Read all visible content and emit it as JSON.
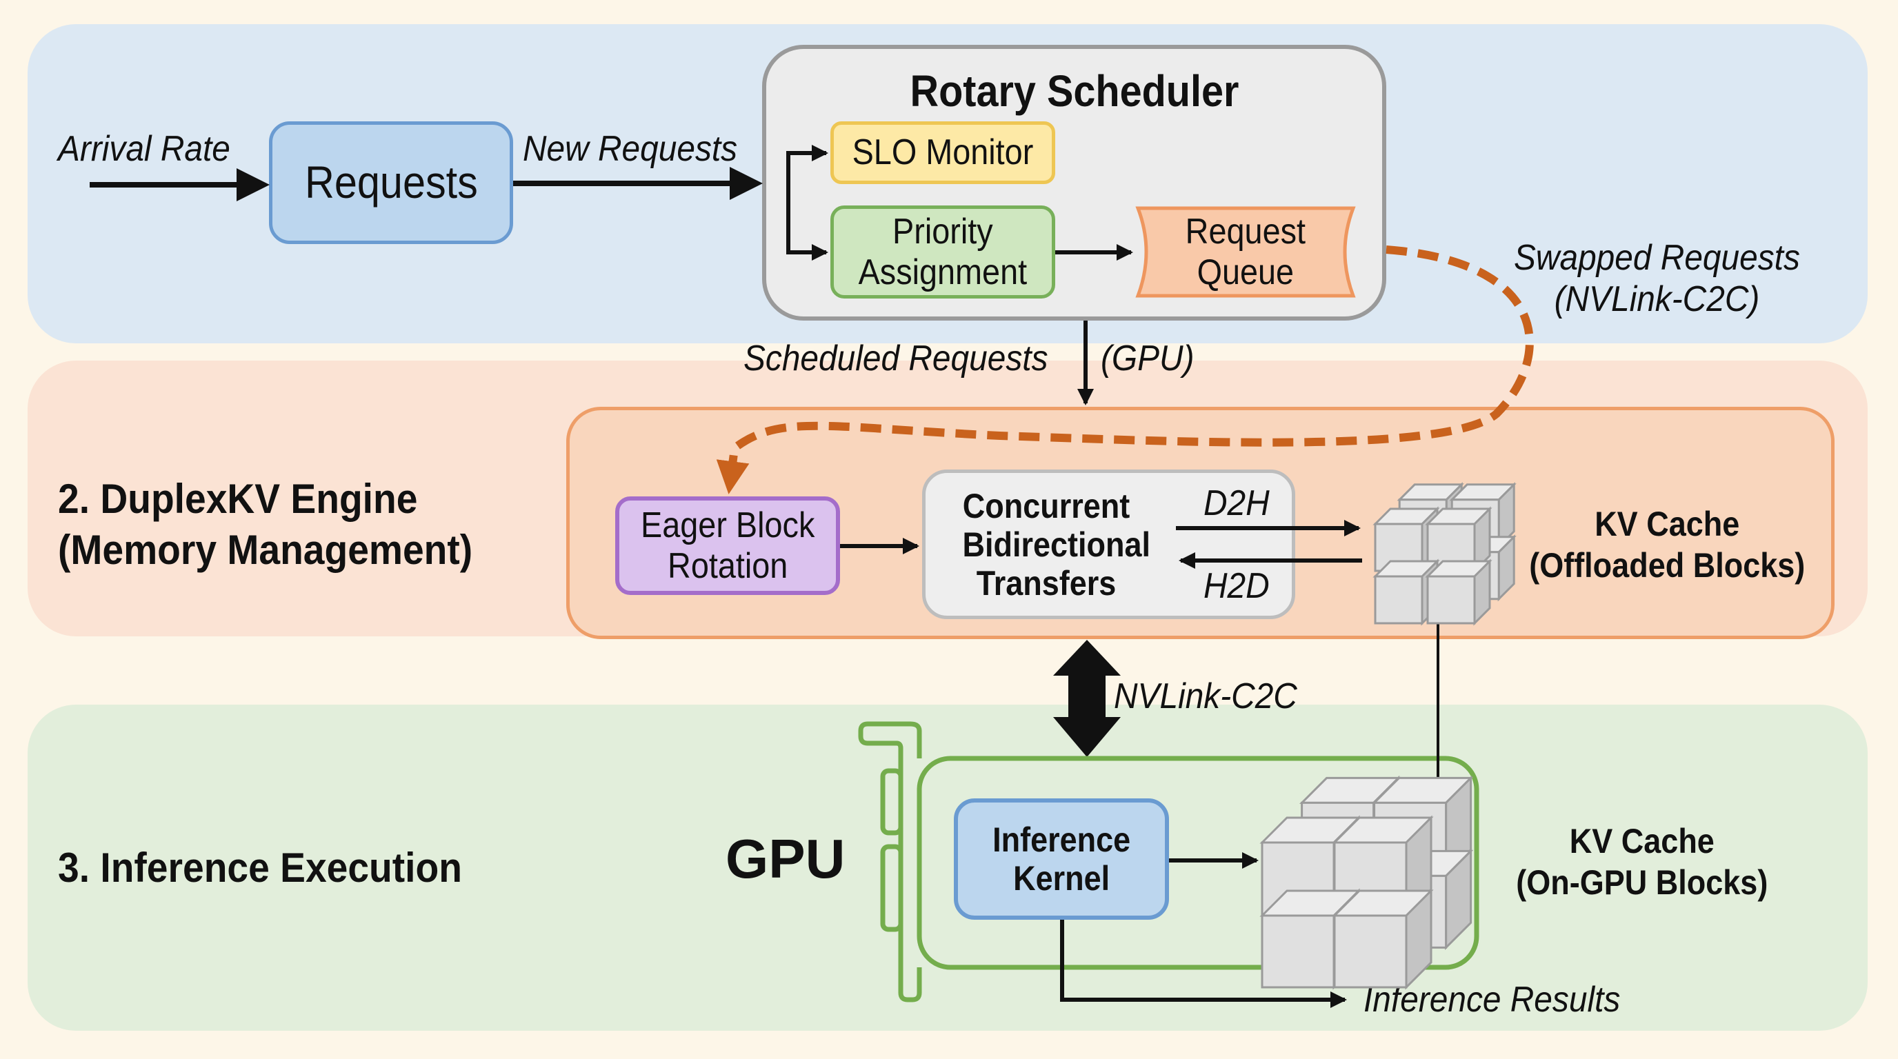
{
  "diagram": {
    "sections": [
      {
        "id": "scheduling",
        "label": ""
      },
      {
        "id": "memory",
        "label": "2. DuplexKV Engine\n(Memory Management)"
      },
      {
        "id": "execution",
        "label": "3. Inference Execution"
      }
    ],
    "scheduler": {
      "arrival_rate_label": "Arrival Rate",
      "requests_box": "Requests",
      "new_requests_label": "New Requests",
      "title": "Rotary Scheduler",
      "slo_monitor": "SLO Monitor",
      "priority_assignment": "Priority\nAssignment",
      "request_queue": "Request\nQueue",
      "swapped_requests_label": "Swapped Requests\n(NVLink-C2C)",
      "scheduled_requests_label": "Scheduled Requests",
      "gpu_path_label": "(GPU)"
    },
    "memory": {
      "eager_block_rotation": "Eager Block\nRotation",
      "concurrent_transfers": "Concurrent\nBidirectional\nTransfers",
      "d2h_label": "D2H",
      "h2d_label": "H2D",
      "kv_cache_offloaded": "KV Cache\n(Offloaded Blocks)",
      "nvlink_label": "NVLink-C2C"
    },
    "execution": {
      "gpu_label": "GPU",
      "inference_kernel": "Inference\nKernel",
      "kv_cache_gpu": "KV Cache\n(On-GPU Blocks)",
      "inference_results_label": "Inference Results"
    },
    "colors": {
      "background": "#fdf6e8",
      "scheduling_band": "#dce8f3",
      "memory_band": "#fbe3d4",
      "execution_band": "#e2eedb",
      "requests_fill": "#bcd6ee",
      "requests_border": "#6a9bd1",
      "scheduler_fill": "#ececec",
      "scheduler_border": "#9a9a9a",
      "slo_fill": "#fde9a6",
      "slo_border": "#eec653",
      "priority_fill": "#cfe7c0",
      "priority_border": "#78b05a",
      "queue_fill": "#f9c9a9",
      "queue_border": "#ee965e",
      "memory_box_fill": "#f9d6bd",
      "memory_box_border": "#ee9e68",
      "eager_fill": "#dbc2ee",
      "eager_border": "#a46dca",
      "transfer_fill": "#eeeeee",
      "transfer_border": "#bdbdbd",
      "swap_arrow": "#c9621d",
      "gpu_border": "#74ad4c",
      "kernel_fill": "#bcd6ee",
      "kernel_border": "#6a9bd1",
      "cube": "#e0e0e0"
    }
  }
}
